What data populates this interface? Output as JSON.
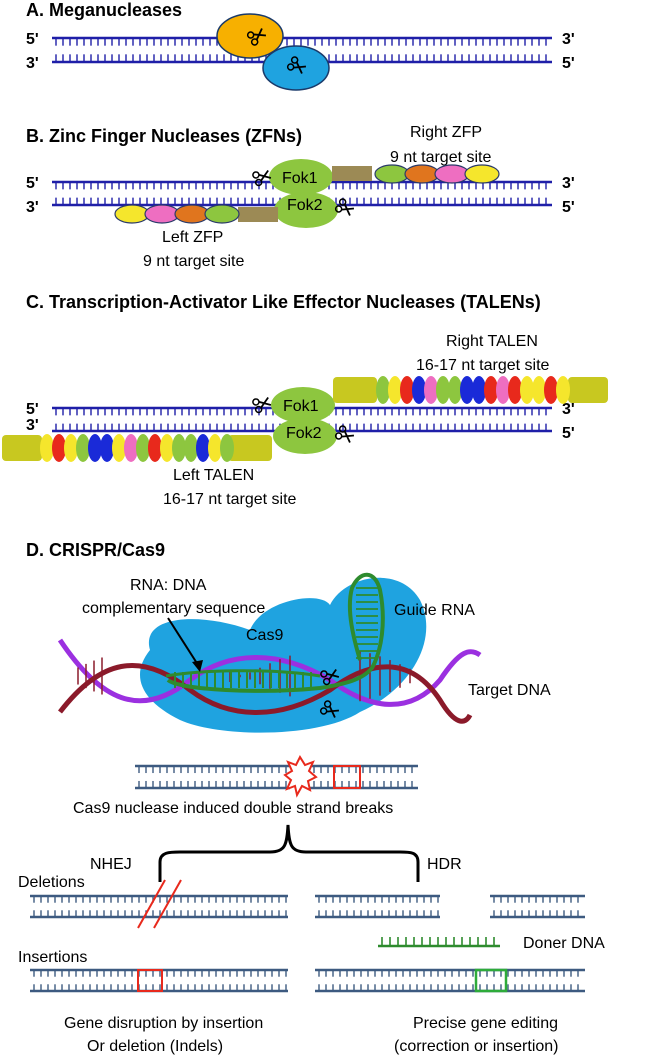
{
  "colors": {
    "strand_blue": "#1f1fa8",
    "dna_steel": "#3d5a80",
    "break_red": "#e8291c",
    "guide_green": "#2e8b2e",
    "cas9_blue": "#1fa3e0",
    "fok_green": "#8dc63f",
    "mega_orange": "#f7b000",
    "linker_brown": "#9c8a55",
    "talen_endcap": "#c8c820",
    "helix_purple": "#9b30e0",
    "helix_maroon": "#8b1a2a"
  },
  "panels": {
    "a": {
      "title": "A. Meganucleases",
      "five_prime": "5'",
      "three_prime": "3'"
    },
    "b": {
      "title": "B. Zinc Finger Nucleases (ZFNs)",
      "right_label_1": "Right ZFP",
      "right_label_2": "9 nt target site",
      "left_label_1": "Left ZFP",
      "left_label_2": "9 nt target site",
      "fok1": "Fok1",
      "fok2": "Fok2",
      "five_prime": "5'",
      "three_prime": "3'",
      "left_finger_colors": [
        "#f5e62c",
        "#ee6ec1",
        "#e0751e",
        "#8dc63f"
      ],
      "right_finger_colors": [
        "#8dc63f",
        "#e0751e",
        "#ee6ec1",
        "#f5e62c"
      ]
    },
    "c": {
      "title": "C. Transcription-Activator Like Effector Nucleases (TALENs)",
      "right_label_1": "Right TALEN",
      "right_label_2": "16-17 nt target site",
      "left_label_1": "Left TALEN",
      "left_label_2": "16-17 nt target site",
      "fok1": "Fok1",
      "fok2": "Fok2",
      "five_prime": "5'",
      "three_prime": "3'",
      "right_repeat_colors": [
        "#8dc63f",
        "#f5e62c",
        "#e8291c",
        "#1a2ad8",
        "#ee6ec1",
        "#8dc63f",
        "#8dc63f",
        "#1a2ad8",
        "#1a2ad8",
        "#e8291c",
        "#ee6ec1",
        "#e8291c",
        "#f5e62c",
        "#f5e62c",
        "#e8291c",
        "#f5e62c"
      ],
      "left_repeat_colors": [
        "#f5e62c",
        "#e8291c",
        "#f5e62c",
        "#8dc63f",
        "#1a2ad8",
        "#1a2ad8",
        "#f5e62c",
        "#ee6ec1",
        "#8dc63f",
        "#e8291c",
        "#f5e62c",
        "#8dc63f",
        "#8dc63f",
        "#1a2ad8",
        "#f5e62c",
        "#8dc63f"
      ]
    },
    "d": {
      "title": "D. CRISPR/Cas9",
      "rna_dna_1": "RNA: DNA",
      "rna_dna_2": "complementary sequence",
      "cas9": "Cas9",
      "guide_rna": "Guide RNA",
      "target_dna": "Target DNA",
      "dsb_caption": "Cas9 nuclease induced double strand breaks",
      "nhej": "NHEJ",
      "hdr": "HDR",
      "deletions": "Deletions",
      "insertions": "Insertions",
      "doner_dna": "Doner DNA",
      "outcome_left_1": "Gene disruption by insertion",
      "outcome_left_2": "Or deletion (Indels)",
      "outcome_right_1": "Precise gene editing",
      "outcome_right_2": "(correction or insertion)"
    }
  }
}
